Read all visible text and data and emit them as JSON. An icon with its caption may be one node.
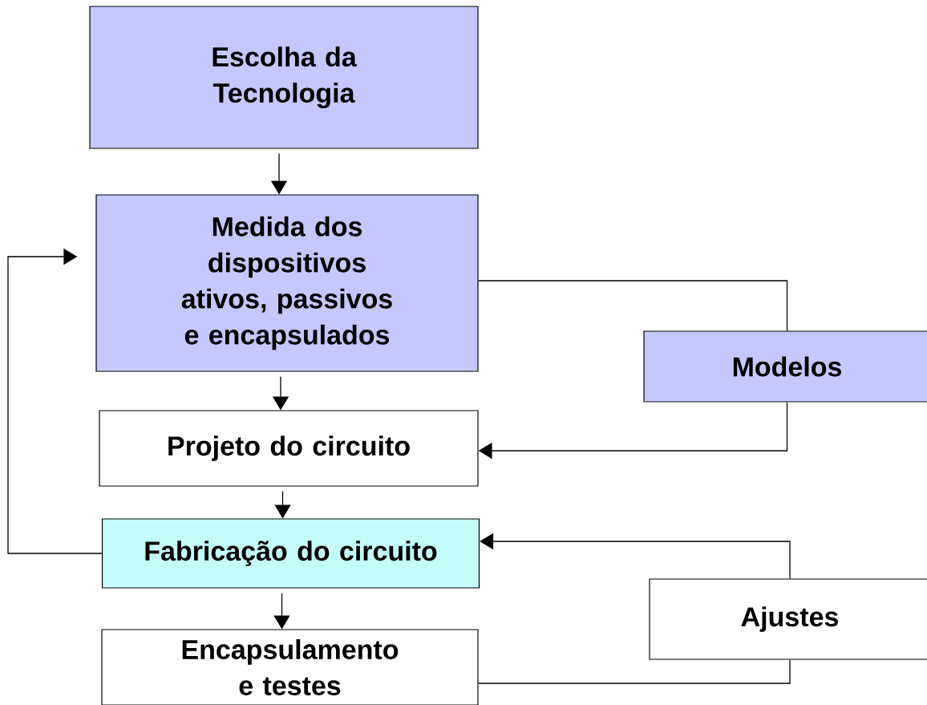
{
  "diagram": {
    "nodes": [
      {
        "text": [
          "Escolha da Tecnologia"
        ]
      },
      {
        "text": [
          "Medida dos dispositivos ativos, passivos e encapsulados"
        ]
      },
      {
        "text": [
          "Projeto do circuito"
        ]
      },
      {
        "text": [
          "Fabricação do circuito"
        ]
      },
      {
        "text": [
          "Encapsulamento e testes"
        ]
      },
      {
        "text": [
          "Modelos"
        ]
      },
      {
        "text": [
          "Ajustes"
        ]
      }
    ],
    "edges": [
      {
        "from": 0,
        "to": 1,
        "arrow": "to"
      },
      {
        "from": 1,
        "to": 2,
        "arrow": "to"
      },
      {
        "from": 2,
        "to": 3,
        "arrow": "to"
      },
      {
        "from": 3,
        "to": 4,
        "arrow": "to"
      },
      {
        "from": 1,
        "to": 5,
        "arrow": "none"
      },
      {
        "from": 5,
        "to": 2,
        "arrow": "to"
      },
      {
        "from": 3,
        "to": 1,
        "arrow": "to"
      },
      {
        "from": 6,
        "to": 3,
        "arrow": "to"
      },
      {
        "from": 4,
        "to": 6,
        "arrow": "none"
      }
    ]
  }
}
